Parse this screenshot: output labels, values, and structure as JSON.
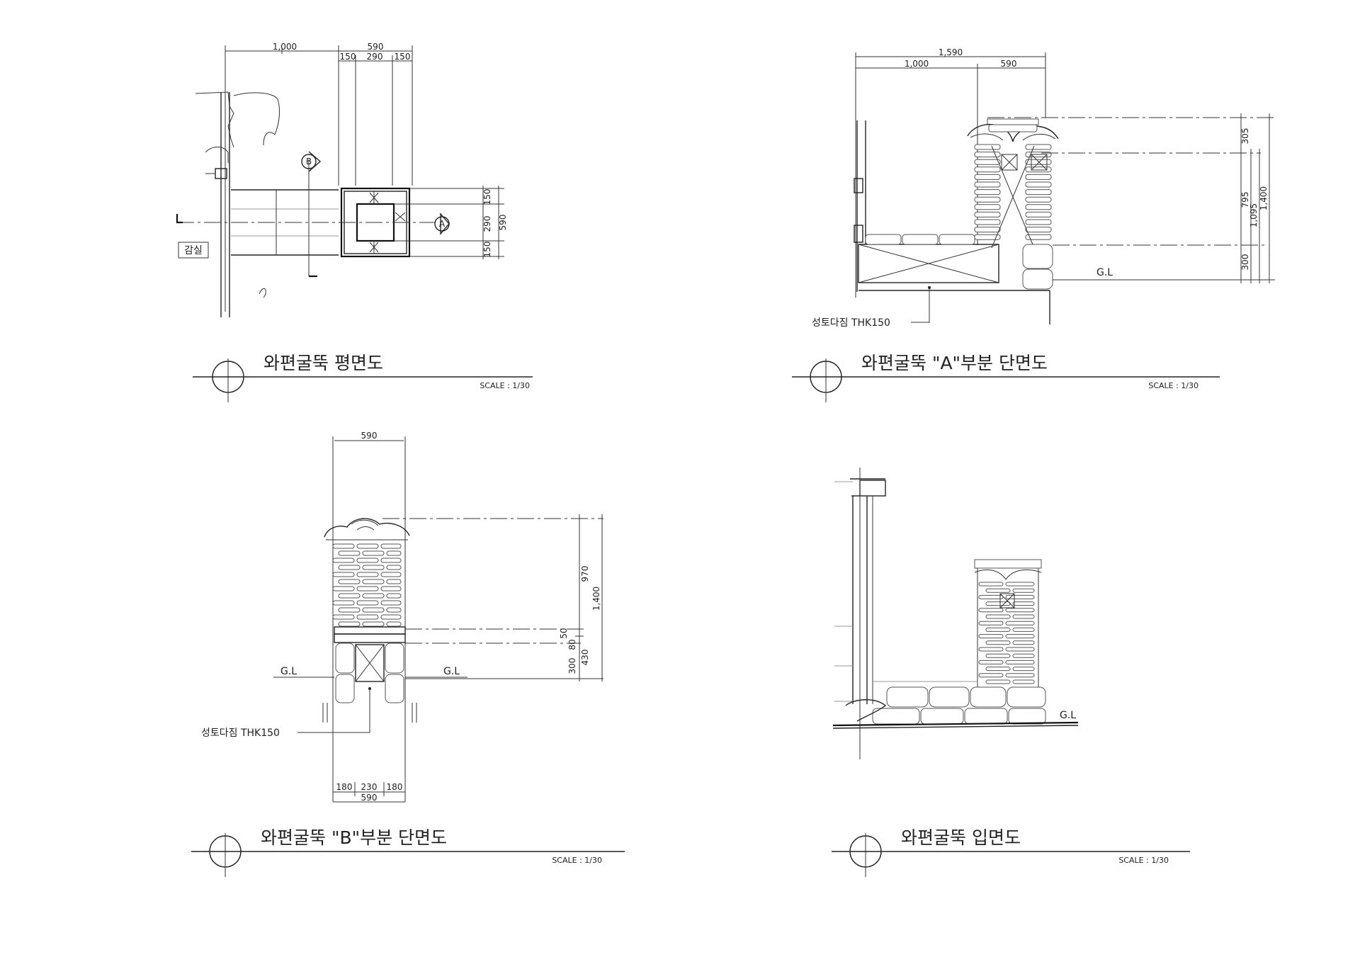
{
  "plan": {
    "dims_top": [
      "1,000",
      "590"
    ],
    "dims_sub": [
      "150",
      "290",
      "150"
    ],
    "dims_right": [
      "150",
      "290",
      "150",
      "590"
    ],
    "marker_a": "A",
    "marker_b": "B",
    "room_label": "감실",
    "title": "와편굴뚝 평면도",
    "scale": "SCALE : 1/30"
  },
  "section_a": {
    "dims_top": [
      "1,590",
      "1,000",
      "590"
    ],
    "dims_right": [
      "305",
      "795",
      "1,095",
      "1,400",
      "300"
    ],
    "gl": "G.L",
    "fill_label": "성토다짐 THK150",
    "title": "와편굴뚝 \"A\"부분 단면도",
    "scale": "SCALE : 1/30"
  },
  "section_b": {
    "dim_top": "590",
    "dims_right": [
      "970",
      "1,400",
      "50",
      "80",
      "430",
      "300"
    ],
    "gl_left": "G.L",
    "gl_right": "G.L",
    "fill_label": "성토다짐 THK150",
    "dims_bottom": [
      "180",
      "230",
      "180",
      "590"
    ],
    "title": "와편굴뚝 \"B\"부분 단면도",
    "scale": "SCALE : 1/30"
  },
  "elevation": {
    "gl": "G.L",
    "title": "와편굴뚝 입면도",
    "scale": "SCALE : 1/30"
  }
}
